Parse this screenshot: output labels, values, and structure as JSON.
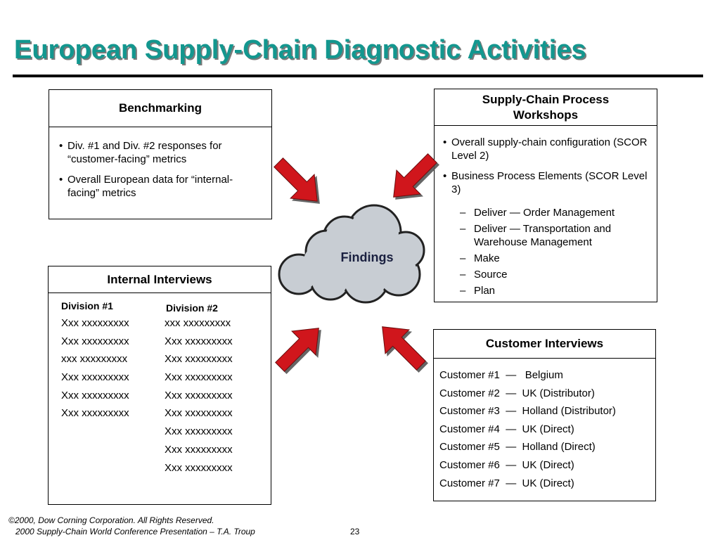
{
  "title": "European Supply-Chain Diagnostic Activities",
  "benchmarking": {
    "header": "Benchmarking",
    "items": [
      "Div. #1 and Div. #2 responses for “customer-facing” metrics",
      "Overall European data for “internal- facing” metrics"
    ]
  },
  "workshops": {
    "header": "Supply-Chain Process Workshops",
    "items": [
      "Overall supply-chain configuration (SCOR Level 2)",
      "Business Process Elements (SCOR Level 3)"
    ],
    "subitems": [
      "Deliver — Order Management",
      "Deliver — Transportation and Warehouse Management",
      "Make",
      "Source",
      "Plan"
    ]
  },
  "findings": {
    "label": "Findings"
  },
  "internal": {
    "header": "Internal Interviews",
    "div1_label": "Division #1",
    "div2_label": "Division #2",
    "div1": [
      "Xxx xxxxxxxxx",
      "Xxx xxxxxxxxx",
      "xxx xxxxxxxxx",
      "Xxx xxxxxxxxx",
      "Xxx xxxxxxxxx",
      "Xxx xxxxxxxxx"
    ],
    "div2": [
      "xxx xxxxxxxxx",
      "Xxx xxxxxxxxx",
      "Xxx xxxxxxxxx",
      "Xxx xxxxxxxxx",
      "Xxx xxxxxxxxx",
      "Xxx xxxxxxxxx",
      "Xxx xxxxxxxxx",
      "Xxx xxxxxxxxx",
      "Xxx xxxxxxxxx"
    ]
  },
  "customer": {
    "header": "Customer Interviews",
    "items": [
      "Customer #1  —   Belgium",
      "Customer #2  —  UK (Distributor)",
      "Customer #3  —  Holland (Distributor)",
      "Customer #4  —  UK (Direct)",
      "Customer #5  —  Holland (Direct)",
      "Customer #6  —  UK (Direct)",
      "Customer #7  —  UK (Direct)"
    ]
  },
  "footer": {
    "copyright": "©2000, Dow Corning Corporation. All Rights Reserved.",
    "presentation": "2000 Supply-Chain World Conference Presentation – T.A. Troup",
    "page": "23"
  },
  "colors": {
    "title": "#13978f",
    "arrow": "#d0121b",
    "cloud": "#c8cdd3"
  }
}
